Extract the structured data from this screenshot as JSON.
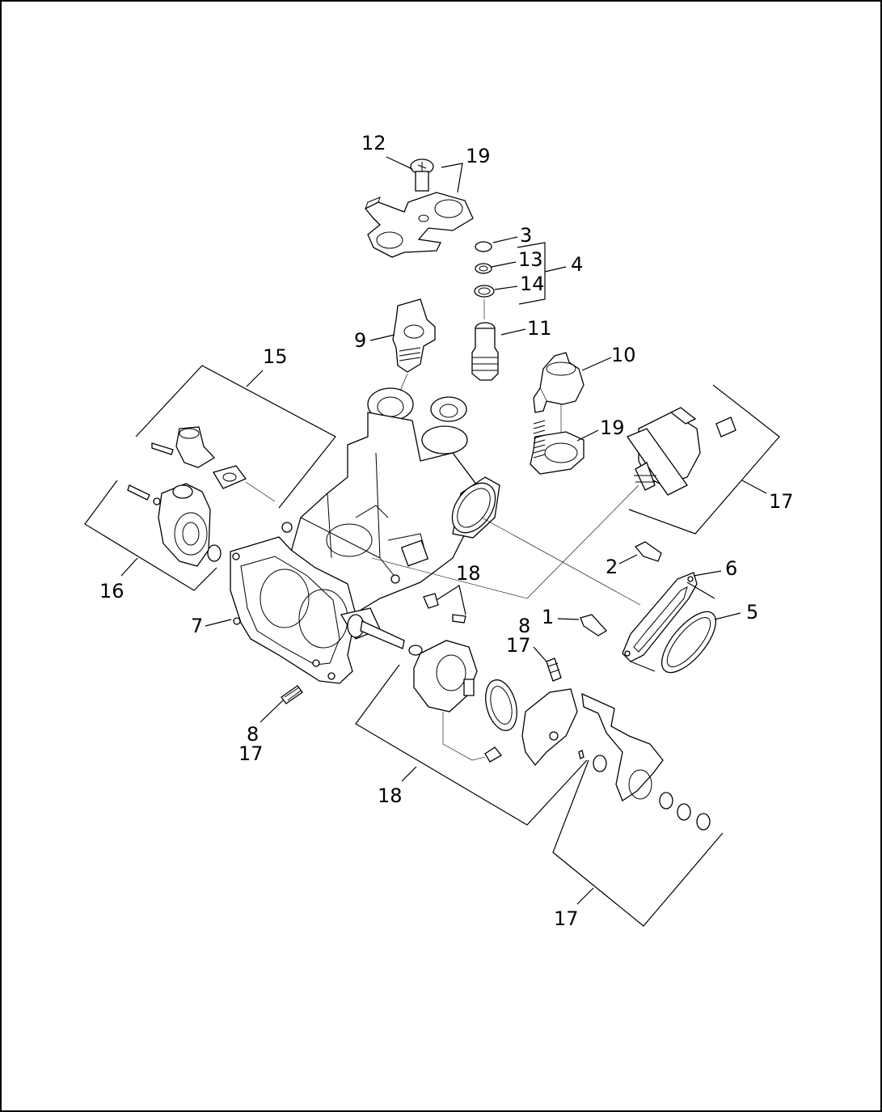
{
  "callouts": {
    "c1": "1",
    "c2": "2",
    "c3": "3",
    "c4": "4",
    "c5": "5",
    "c6": "6",
    "c7": "7",
    "c8a": "8",
    "c8b": "8",
    "c9": "9",
    "c10": "10",
    "c11": "11",
    "c12": "12",
    "c13": "13",
    "c14": "14",
    "c15": "15",
    "c16": "16",
    "c17a": "17",
    "c17b": "17",
    "c17c": "17",
    "c17d": "17",
    "c18a": "18",
    "c18b": "18",
    "c19a": "19",
    "c19b": "19"
  }
}
